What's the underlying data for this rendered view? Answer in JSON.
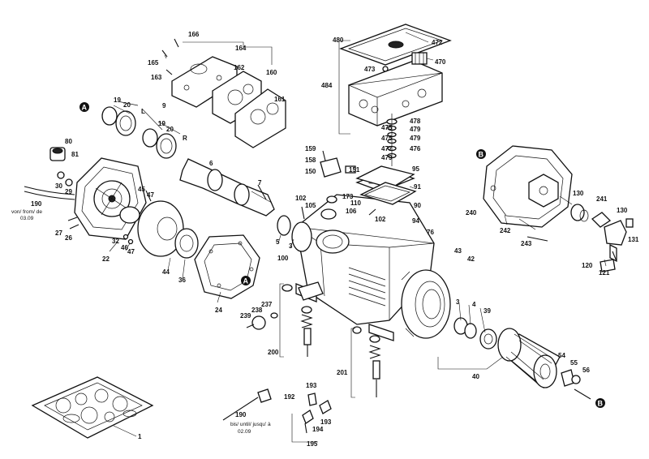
{
  "diagram": {
    "labels": [
      {
        "id": "p166",
        "text": "166"
      },
      {
        "id": "p164",
        "text": "164"
      },
      {
        "id": "p165",
        "text": "165"
      },
      {
        "id": "p163",
        "text": "163"
      },
      {
        "id": "p162",
        "text": "162"
      },
      {
        "id": "p160",
        "text": "160"
      },
      {
        "id": "p161",
        "text": "161"
      },
      {
        "id": "p480",
        "text": "480"
      },
      {
        "id": "p472",
        "text": "472"
      },
      {
        "id": "p470",
        "text": "470"
      },
      {
        "id": "p473",
        "text": "473"
      },
      {
        "id": "p484",
        "text": "484"
      },
      {
        "id": "p19a",
        "text": "19"
      },
      {
        "id": "p20a",
        "text": "20"
      },
      {
        "id": "p9",
        "text": "9"
      },
      {
        "id": "pL",
        "text": "L"
      },
      {
        "id": "p19b",
        "text": "19"
      },
      {
        "id": "p20b",
        "text": "20"
      },
      {
        "id": "pR",
        "text": "R"
      },
      {
        "id": "p80",
        "text": "80"
      },
      {
        "id": "p81",
        "text": "81"
      },
      {
        "id": "p30",
        "text": "30"
      },
      {
        "id": "p29",
        "text": "29"
      },
      {
        "id": "p190a",
        "text": "190"
      },
      {
        "id": "p27",
        "text": "27"
      },
      {
        "id": "p26",
        "text": "26"
      },
      {
        "id": "p22",
        "text": "22"
      },
      {
        "id": "p32",
        "text": "32"
      },
      {
        "id": "p46",
        "text": "46"
      },
      {
        "id": "p47a",
        "text": "47"
      },
      {
        "id": "p45",
        "text": "45"
      },
      {
        "id": "p47b",
        "text": "47"
      },
      {
        "id": "p6",
        "text": "6"
      },
      {
        "id": "p7",
        "text": "7"
      },
      {
        "id": "p44",
        "text": "44"
      },
      {
        "id": "p36",
        "text": "36"
      },
      {
        "id": "p24",
        "text": "24"
      },
      {
        "id": "p159",
        "text": "159"
      },
      {
        "id": "p158",
        "text": "158"
      },
      {
        "id": "p150",
        "text": "150"
      },
      {
        "id": "p151",
        "text": "151"
      },
      {
        "id": "p173",
        "text": "173"
      },
      {
        "id": "p102a",
        "text": "102"
      },
      {
        "id": "p105",
        "text": "105"
      },
      {
        "id": "p5",
        "text": "5"
      },
      {
        "id": "p3",
        "text": "3"
      },
      {
        "id": "p106",
        "text": "106"
      },
      {
        "id": "p110",
        "text": "110"
      },
      {
        "id": "p102b",
        "text": "102"
      },
      {
        "id": "p478",
        "text": "478"
      },
      {
        "id": "p475a",
        "text": "475"
      },
      {
        "id": "p479a",
        "text": "479"
      },
      {
        "id": "p475b",
        "text": "475"
      },
      {
        "id": "p479b",
        "text": "479"
      },
      {
        "id": "p477",
        "text": "477"
      },
      {
        "id": "p476",
        "text": "476"
      },
      {
        "id": "p479c",
        "text": "479"
      },
      {
        "id": "p95",
        "text": "95"
      },
      {
        "id": "p91",
        "text": "91"
      },
      {
        "id": "p90",
        "text": "90"
      },
      {
        "id": "p94",
        "text": "94"
      },
      {
        "id": "p76",
        "text": "76"
      },
      {
        "id": "p43",
        "text": "43"
      },
      {
        "id": "p42",
        "text": "42"
      },
      {
        "id": "p100",
        "text": "100"
      },
      {
        "id": "p237",
        "text": "237"
      },
      {
        "id": "p238",
        "text": "238"
      },
      {
        "id": "p239",
        "text": "239"
      },
      {
        "id": "p200",
        "text": "200"
      },
      {
        "id": "p201",
        "text": "201"
      },
      {
        "id": "p3b",
        "text": "3"
      },
      {
        "id": "p4",
        "text": "4"
      },
      {
        "id": "p39",
        "text": "39"
      },
      {
        "id": "p40",
        "text": "40"
      },
      {
        "id": "p54",
        "text": "54"
      },
      {
        "id": "p55",
        "text": "55"
      },
      {
        "id": "p56",
        "text": "56"
      },
      {
        "id": "p240",
        "text": "240"
      },
      {
        "id": "p242",
        "text": "242"
      },
      {
        "id": "p243",
        "text": "243"
      },
      {
        "id": "p130a",
        "text": "130"
      },
      {
        "id": "p241",
        "text": "241"
      },
      {
        "id": "p130b",
        "text": "130"
      },
      {
        "id": "p131",
        "text": "131"
      },
      {
        "id": "p120",
        "text": "120"
      },
      {
        "id": "p121",
        "text": "121"
      },
      {
        "id": "p193a",
        "text": "193"
      },
      {
        "id": "p192",
        "text": "192"
      },
      {
        "id": "p193b",
        "text": "193"
      },
      {
        "id": "p194",
        "text": "194"
      },
      {
        "id": "p195",
        "text": "195"
      },
      {
        "id": "p190b",
        "text": "190"
      },
      {
        "id": "p1",
        "text": "1"
      }
    ],
    "notes": {
      "from": "von/ from/ de",
      "from_date": "03.09",
      "until": "bis/ until/ jusqu' à",
      "until_date": "02.09"
    },
    "markers": {
      "A1": "A",
      "A2": "A",
      "B1": "B",
      "B2": "B"
    }
  }
}
